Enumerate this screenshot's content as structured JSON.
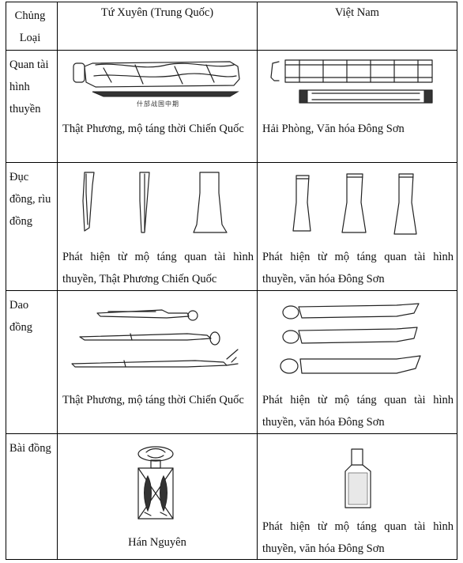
{
  "header": {
    "col_type": "Chủng Loại",
    "col_china": "Tứ Xuyên (Trung Quốc)",
    "col_vietnam": "Việt Nam"
  },
  "rows": [
    {
      "type": "Quan tài hình thuyền",
      "china_caption": "Thật Phương, mộ táng thời Chiến Quốc",
      "china_image_caption": "什邡战国中期",
      "vietnam_caption": "Hải Phòng, Văn hóa Đông Sơn"
    },
    {
      "type": "Đục đồng, rìu đồng",
      "china_caption": "Phát hiện từ mộ táng quan tài hình thuyền, Thật Phương Chiến Quốc",
      "vietnam_caption": "Phát hiện từ mộ táng quan tài hình thuyền, văn hóa Đông Sơn"
    },
    {
      "type": "Dao đồng",
      "china_caption": "Thật Phương, mộ táng thời Chiến Quốc",
      "vietnam_caption": "Phát hiện từ mộ táng quan tài hình thuyền, văn hóa Đông Sơn"
    },
    {
      "type": "Bài đồng",
      "china_caption": "Hán Nguyên",
      "vietnam_caption": "Phát hiện từ mộ táng quan tài hình thuyền, văn hóa Đông Sơn"
    }
  ]
}
